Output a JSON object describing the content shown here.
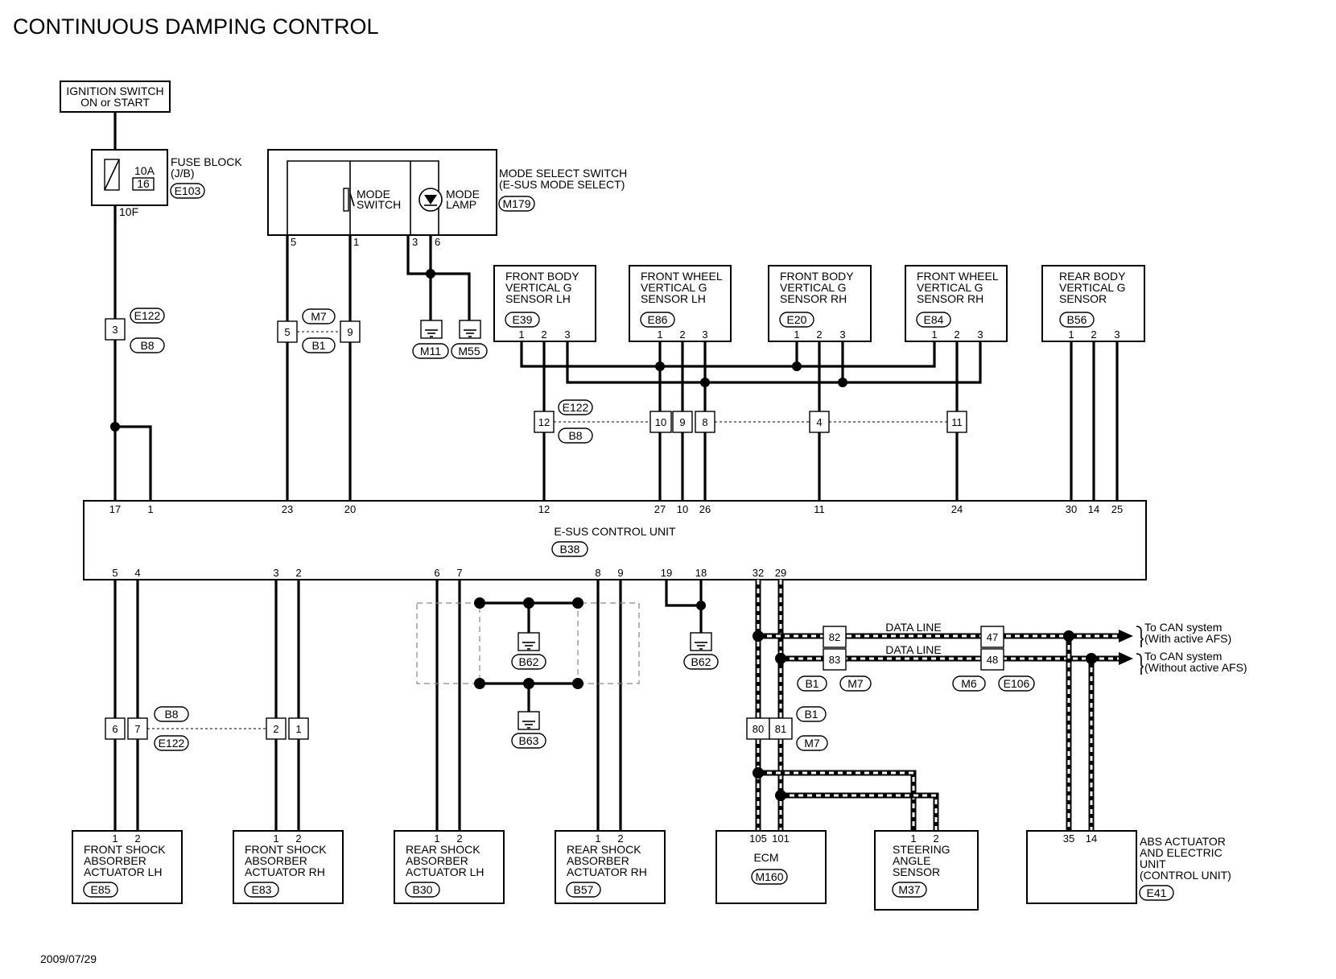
{
  "title": "CONTINUOUS DAMPING CONTROL",
  "date": "2009/07/29",
  "power": {
    "line1": "IGNITION SWITCH",
    "line2": "ON or START"
  },
  "fuse": {
    "line1": "FUSE BLOCK",
    "line2": "(J/B)",
    "connector": "E103",
    "amp": "10A",
    "number": "16",
    "terminal": "10F"
  },
  "mode_switch_unit": {
    "line1": "MODE SELECT SWITCH",
    "line2": "(E-SUS MODE SELECT)",
    "connector": "M179",
    "switch_label1": "MODE",
    "switch_label2": "SWITCH",
    "lamp_label1": "MODE",
    "lamp_label2": "LAMP",
    "pins": [
      "5",
      "1",
      "3",
      "6"
    ]
  },
  "grounds_top": [
    "M11",
    "M55"
  ],
  "joint_connectors": {
    "left_tags": [
      "E122",
      "B8"
    ],
    "mid_tags": [
      "M7",
      "B1"
    ],
    "mid_pins": [
      "5",
      "9"
    ],
    "left_pin": "3",
    "sensor_row_tags": [
      "E122",
      "B8"
    ],
    "sensor_row_pins": [
      "12",
      "10",
      "9",
      "8",
      "4",
      "11"
    ],
    "lower_left_tags": [
      "B8",
      "E122"
    ],
    "lower_left_pins": [
      "6",
      "7",
      "2",
      "1"
    ],
    "ecm_pins": [
      "80",
      "81"
    ],
    "ecm_tags": [
      "B1",
      "M7"
    ],
    "data_pins_left": [
      "82",
      "83"
    ],
    "data_pins_right": [
      "47",
      "48"
    ],
    "data_tags_left": [
      "B1",
      "M7"
    ],
    "data_tags_right": [
      "M6",
      "E106"
    ]
  },
  "sensors": [
    {
      "line1": "FRONT BODY",
      "line2": "VERTICAL G",
      "line3": "SENSOR LH",
      "connector": "E39"
    },
    {
      "line1": "FRONT WHEEL",
      "line2": "VERTICAL G",
      "line3": "SENSOR LH",
      "connector": "E86"
    },
    {
      "line1": "FRONT BODY",
      "line2": "VERTICAL G",
      "line3": "SENSOR RH",
      "connector": "E20"
    },
    {
      "line1": "FRONT WHEEL",
      "line2": "VERTICAL G",
      "line3": "SENSOR RH",
      "connector": "E84"
    },
    {
      "line1": "REAR BODY",
      "line2": "VERTICAL G",
      "line3": "SENSOR",
      "connector": "B56"
    }
  ],
  "sensor_pins": [
    "1",
    "2",
    "3"
  ],
  "control_unit": {
    "name": "E-SUS CONTROL UNIT",
    "connector": "B38",
    "top_pins": [
      "17",
      "1",
      "23",
      "20",
      "12",
      "27",
      "10",
      "26",
      "11",
      "24",
      "30",
      "14",
      "25"
    ],
    "bottom_pins": [
      "5",
      "4",
      "3",
      "2",
      "6",
      "7",
      "8",
      "9",
      "19",
      "18",
      "32",
      "29"
    ]
  },
  "grounds_bottom": [
    "B62",
    "B63",
    "B62"
  ],
  "data_line_label": "DATA LINE",
  "can": {
    "line1a": "To CAN system",
    "line1b": "(With active AFS)",
    "line2a": "To CAN system",
    "line2b": "(Without active AFS)"
  },
  "actuators": [
    {
      "line1": "FRONT SHOCK",
      "line2": "ABSORBER",
      "line3": "ACTUATOR LH",
      "connector": "E85"
    },
    {
      "line1": "FRONT SHOCK",
      "line2": "ABSORBER",
      "line3": "ACTUATOR RH",
      "connector": "E83"
    },
    {
      "line1": "REAR SHOCK",
      "line2": "ABSORBER",
      "line3": "ACTUATOR LH",
      "connector": "B30"
    },
    {
      "line1": "REAR SHOCK",
      "line2": "ABSORBER",
      "line3": "ACTUATOR RH",
      "connector": "B57"
    }
  ],
  "actuator_pins": [
    "1",
    "2"
  ],
  "ecm": {
    "name": "ECM",
    "connector": "M160",
    "pins": [
      "105",
      "101"
    ]
  },
  "steering": {
    "line1": "STEERING",
    "line2": "ANGLE",
    "line3": "SENSOR",
    "connector": "M37",
    "pins": [
      "1",
      "2"
    ]
  },
  "abs": {
    "line1": "ABS ACTUATOR",
    "line2": "AND ELECTRIC",
    "line3": "UNIT",
    "line4": "(CONTROL UNIT)",
    "connector": "E41",
    "pins": [
      "35",
      "14"
    ]
  }
}
